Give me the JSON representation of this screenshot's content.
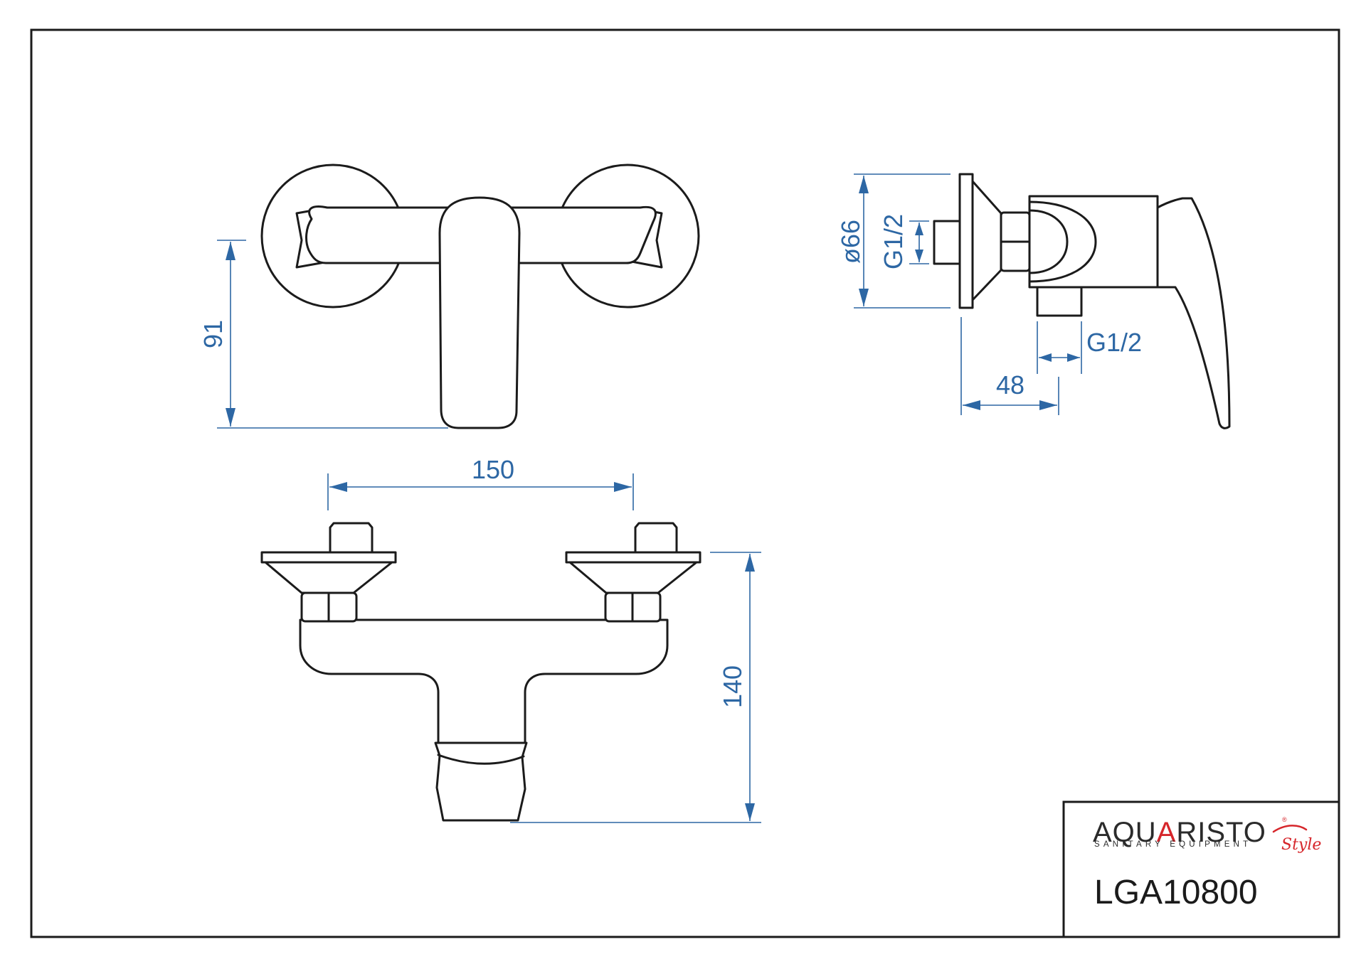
{
  "dimensions": {
    "front_height": "91",
    "hole_spacing": "150",
    "total_height": "140",
    "plate_diameter": "ø66",
    "side_thread": "G1/2",
    "bottom_thread": "G1/2",
    "depth": "48"
  },
  "title_block": {
    "brand_pre": "AQU",
    "brand_accent": "A",
    "brand_post": "RISTO",
    "brand_registered": "®",
    "brand_tagline": "SANITARY EQUIPMENT",
    "brand_script": "Style",
    "model_number": "LGA10800"
  },
  "colors": {
    "outline": "#1b1b1b",
    "dimension": "#2d67a4",
    "brand_accent": "#d6262b"
  }
}
